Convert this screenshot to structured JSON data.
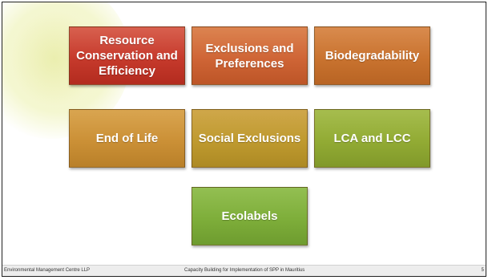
{
  "tiles": [
    {
      "label": "Resource Conservation and Efficiency",
      "color": "#c63a2c"
    },
    {
      "label": "Exclusions and Preferences",
      "color": "#cf6536"
    },
    {
      "label": "Biodegradability",
      "color": "#c9732f"
    },
    {
      "label": "End of Life",
      "color": "#cb9036"
    },
    {
      "label": "Social Exclusions",
      "color": "#bf9a2f"
    },
    {
      "label": "LCA and LCC",
      "color": "#92ab34"
    },
    {
      "label": "Ecolabels",
      "color": "#7eae3a"
    }
  ],
  "footer": {
    "left": "Environmental Management Centre LLP",
    "center": "Capacity Building for Implementation of SPP in Mauritius",
    "right": "5"
  }
}
